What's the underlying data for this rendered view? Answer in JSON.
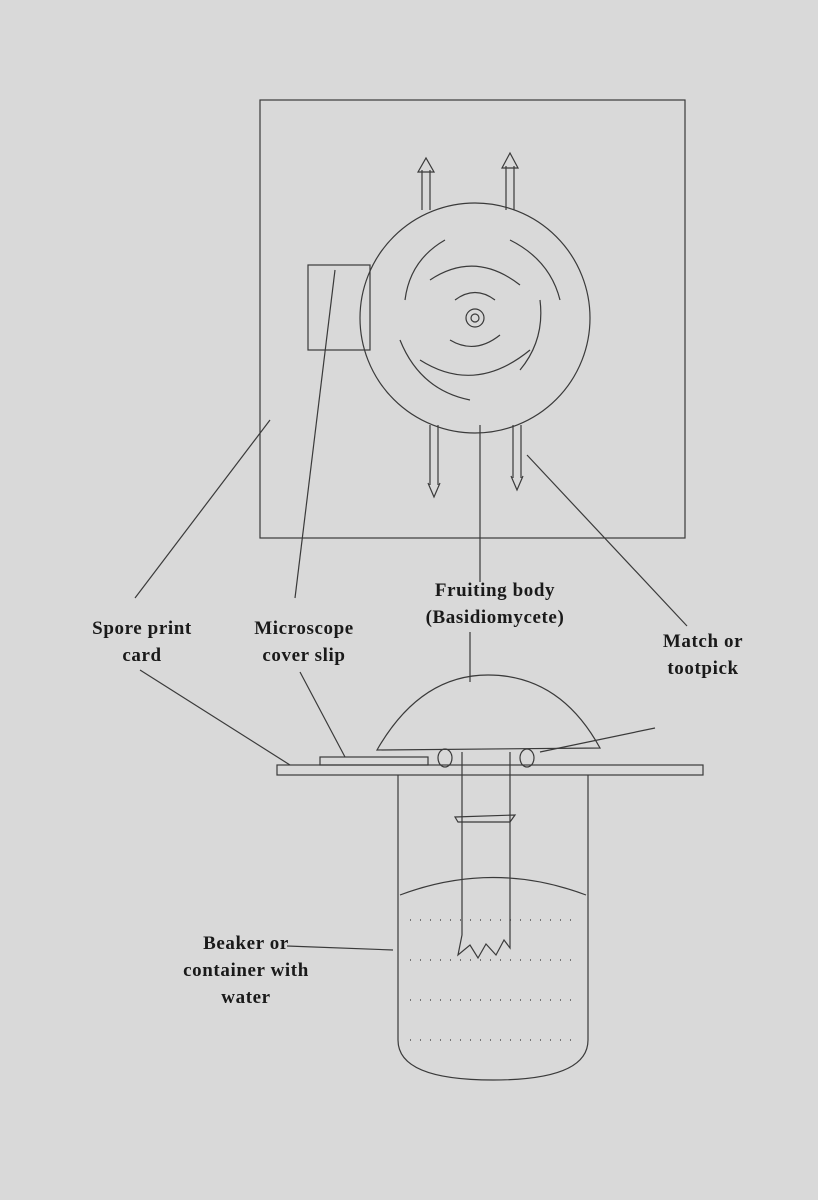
{
  "labels": {
    "spore_print_card": [
      "Spore print",
      "card"
    ],
    "cover_slip": [
      "Microscope",
      "cover slip"
    ],
    "fruiting_body": [
      "Fruiting body",
      "(Basidiomycete)"
    ],
    "match": [
      "Match or",
      "tootpick"
    ],
    "beaker": [
      "Beaker or",
      "container with",
      "water"
    ]
  }
}
